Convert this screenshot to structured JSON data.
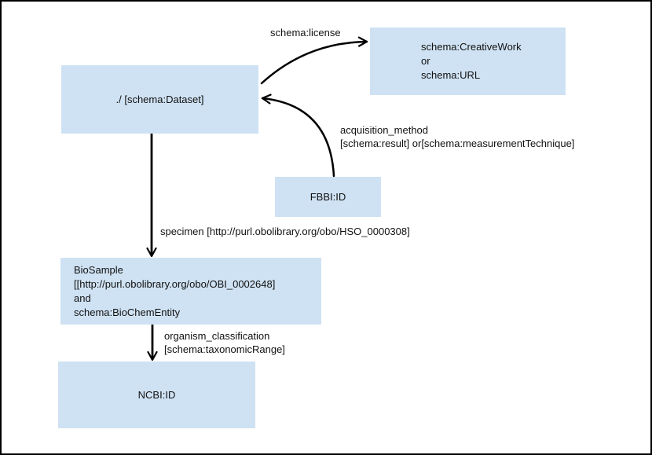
{
  "diagram": {
    "nodes": {
      "dataset": {
        "label": "./ [schema:Dataset]"
      },
      "creativework": {
        "line1": "schema:CreativeWork",
        "line2": "or",
        "line3": "schema:URL"
      },
      "fbbi": {
        "label": "FBBI:ID"
      },
      "biosample": {
        "line1": "BioSample [[http://purl.obolibrary.org/obo/OBI_0002648]",
        "line2": "and",
        "line3": "schema:BioChemEntity"
      },
      "ncbi": {
        "label": "NCBI:ID"
      }
    },
    "edge_labels": {
      "license": "schema:license",
      "acquisition_line1": "acquisition_method",
      "acquisition_line2": "[schema:result] or[schema:measurementTechnique]",
      "specimen": "specimen [http://purl.obolibrary.org/obo/HSO_0000308]",
      "organism_line1": "organism_classification",
      "organism_line2": "[schema:taxonomicRange]"
    },
    "colors": {
      "node_fill": "#cfe2f3",
      "line": "#000000",
      "text": "#111111",
      "background": "#ffffff",
      "border": "#000000"
    }
  }
}
